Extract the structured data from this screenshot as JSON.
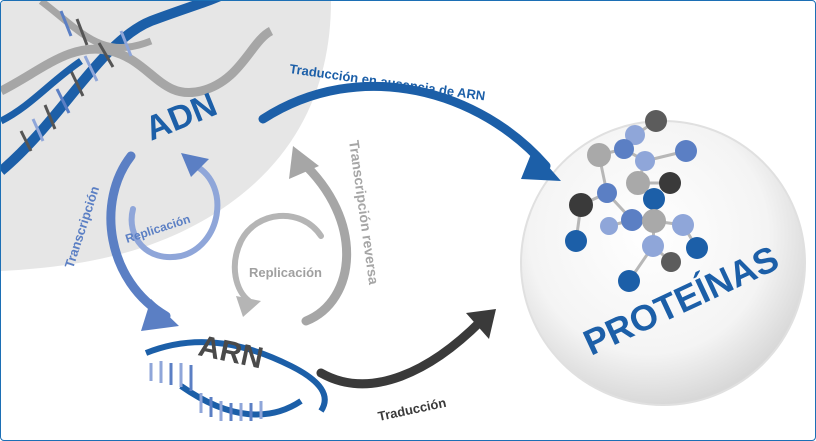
{
  "labels": {
    "adn": "ADN",
    "arn": "ARN",
    "proteinas": "PROTEÍNAS",
    "transcripcion": "Transcripción",
    "replicacion_adn": "Replicación",
    "replicacion_arn": "Replicación",
    "transcripcion_reversa": "Transcripción reversa",
    "traduccion": "Traducción",
    "traduccion_ausencia": "Traducción en ausencia de ARN"
  },
  "colors": {
    "dark_blue": "#1c5fa8",
    "mid_blue": "#5b7fc4",
    "light_blue": "#8fa6d9",
    "gray": "#a6a6a6",
    "dark_gray": "#4a4a4a",
    "bg_gray": "#e6e6e6"
  }
}
